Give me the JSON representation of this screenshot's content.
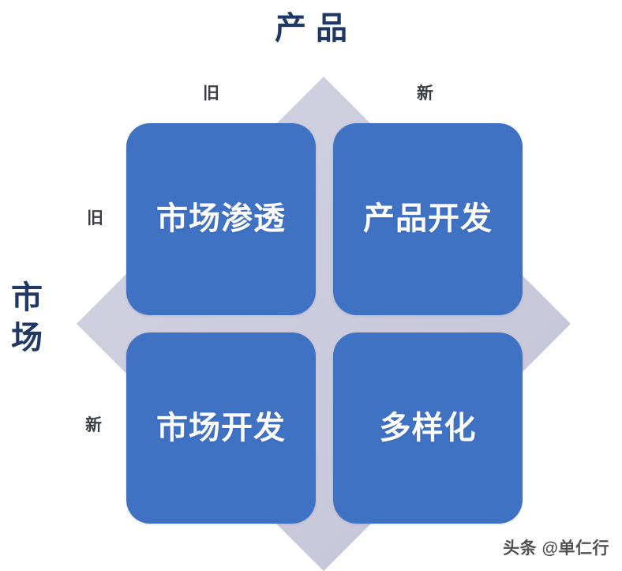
{
  "diagram": {
    "type": "ansoff-matrix",
    "axes": {
      "horizontal": {
        "title": "产品",
        "ticks": [
          {
            "position": "left",
            "label": "旧"
          },
          {
            "position": "right",
            "label": "新"
          }
        ]
      },
      "vertical": {
        "title": "市场",
        "title_chars": [
          "市",
          "场"
        ],
        "ticks": [
          {
            "position": "top",
            "label": "旧"
          },
          {
            "position": "bottom",
            "label": "新"
          }
        ]
      }
    },
    "quadrants": [
      {
        "id": "market-penetration",
        "label": "市场渗透",
        "product": "旧",
        "market": "旧"
      },
      {
        "id": "product-development",
        "label": "产品开发",
        "product": "新",
        "market": "旧"
      },
      {
        "id": "market-development",
        "label": "市场开发",
        "product": "旧",
        "market": "新"
      },
      {
        "id": "diversification",
        "label": "多样化",
        "product": "新",
        "market": "新"
      }
    ]
  },
  "watermark": {
    "text": "头条 @单仁行"
  },
  "colors": {
    "background": "#ffffff",
    "quadrant_fill": "#4072c4",
    "quadrant_text": "#ffffff",
    "axis_title": "#1f3864",
    "tick_text": "#3d3d46",
    "diamond_fill": "#cbcbdd"
  }
}
